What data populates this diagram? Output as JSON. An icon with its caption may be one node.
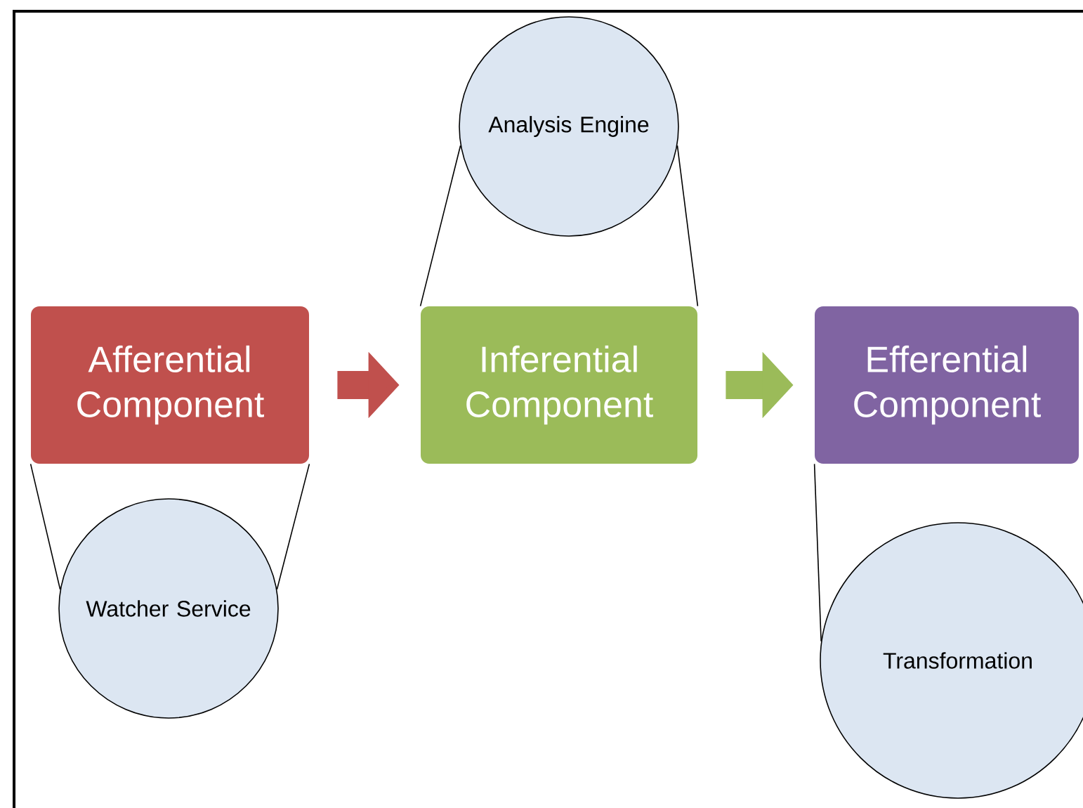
{
  "diagram": {
    "nodes": [
      {
        "text": [
          "Afferential Component"
        ]
      },
      {
        "text": [
          "Analysis Engine"
        ]
      },
      {
        "text": [
          "Inferential Component"
        ]
      },
      {
        "text": [
          "Efferential Component"
        ]
      },
      {
        "text": [
          "Watcher Service"
        ]
      },
      {
        "text": [
          "Transformation"
        ]
      }
    ],
    "edges": [
      {
        "from": 0,
        "to": 2,
        "arrow": "to",
        "style": "thick",
        "color": "#c0504d"
      },
      {
        "from": 2,
        "to": 3,
        "arrow": "to",
        "style": "thick",
        "color": "#9bbb59"
      },
      {
        "from": 1,
        "to": 2,
        "arrow": "none"
      },
      {
        "from": 1,
        "to": 2,
        "arrow": "none"
      },
      {
        "from": 4,
        "to": 0,
        "arrow": "none"
      },
      {
        "from": 4,
        "to": 0,
        "arrow": "none"
      },
      {
        "from": 5,
        "to": 3,
        "arrow": "none"
      }
    ]
  }
}
